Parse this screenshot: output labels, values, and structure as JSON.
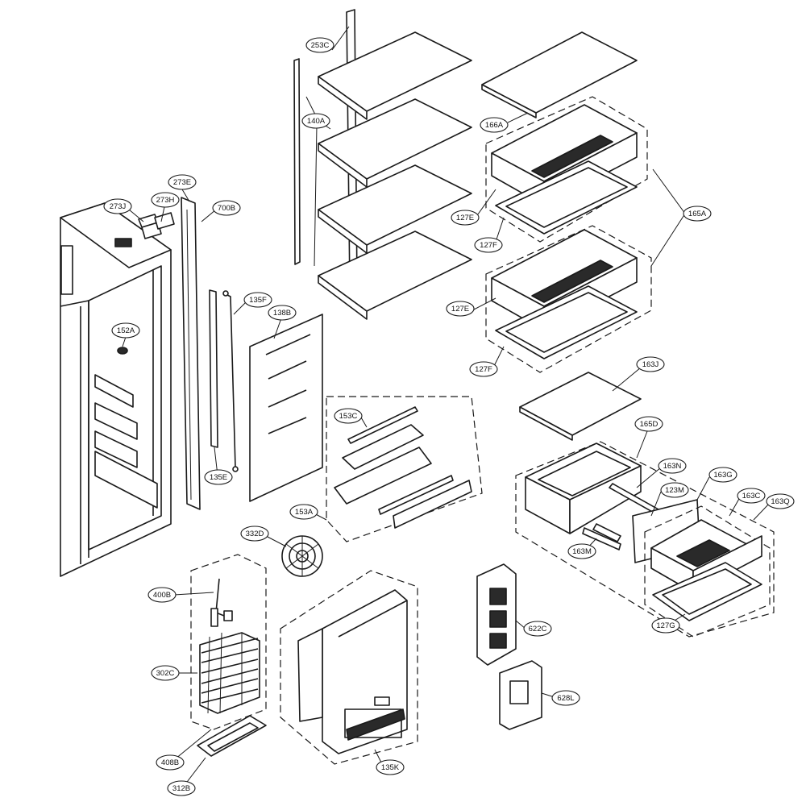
{
  "callouts": [
    {
      "id": "253C",
      "label": "253C"
    },
    {
      "id": "140A",
      "label": "140A"
    },
    {
      "id": "166A",
      "label": "166A"
    },
    {
      "id": "165A",
      "label": "165A"
    },
    {
      "id": "127E_top",
      "label": "127E"
    },
    {
      "id": "127F_top",
      "label": "127F"
    },
    {
      "id": "127E_bottom",
      "label": "127E"
    },
    {
      "id": "127F_bottom",
      "label": "127F"
    },
    {
      "id": "273E",
      "label": "273E"
    },
    {
      "id": "273J",
      "label": "273J"
    },
    {
      "id": "273H",
      "label": "273H"
    },
    {
      "id": "700B",
      "label": "700B"
    },
    {
      "id": "135F",
      "label": "135F"
    },
    {
      "id": "138B",
      "label": "138B"
    },
    {
      "id": "152A",
      "label": "152A"
    },
    {
      "id": "135E",
      "label": "135E"
    },
    {
      "id": "153C",
      "label": "153C"
    },
    {
      "id": "153A",
      "label": "153A"
    },
    {
      "id": "163J",
      "label": "163J"
    },
    {
      "id": "165D",
      "label": "165D"
    },
    {
      "id": "163N",
      "label": "163N"
    },
    {
      "id": "163G",
      "label": "163G"
    },
    {
      "id": "123M",
      "label": "123M"
    },
    {
      "id": "163C",
      "label": "163C"
    },
    {
      "id": "163Q",
      "label": "163Q"
    },
    {
      "id": "163M",
      "label": "163M"
    },
    {
      "id": "127G",
      "label": "127G"
    },
    {
      "id": "332D",
      "label": "332D"
    },
    {
      "id": "400B",
      "label": "400B"
    },
    {
      "id": "302C",
      "label": "302C"
    },
    {
      "id": "408B",
      "label": "408B"
    },
    {
      "id": "312B",
      "label": "312B"
    },
    {
      "id": "135K",
      "label": "135K"
    },
    {
      "id": "622C",
      "label": "622C"
    },
    {
      "id": "628L",
      "label": "628L"
    }
  ]
}
